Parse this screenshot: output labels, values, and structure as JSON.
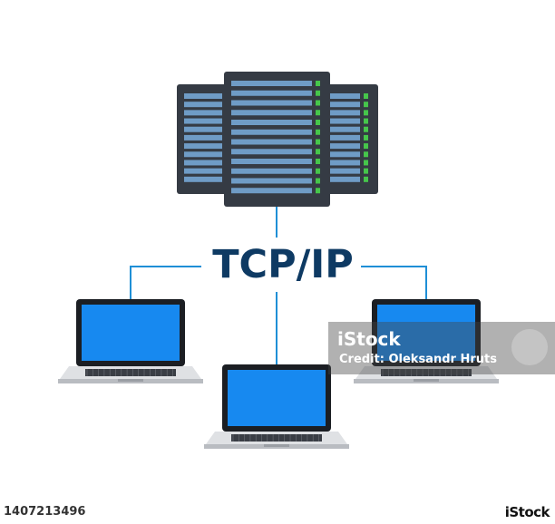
{
  "diagram": {
    "title": "TCP/IP",
    "server_label": "",
    "devices": [
      "laptop-left",
      "laptop-center",
      "laptop-right"
    ]
  },
  "watermark": {
    "brand": "iStock",
    "credit": "Credit: Oleksandr Hruts"
  },
  "footer": {
    "image_id": "1407213496",
    "logo": "iStock"
  },
  "colors": {
    "line": "#1f8fd6",
    "title": "#0e3a63",
    "server_body": "#353b44",
    "server_slot": "#6f9cc6",
    "led": "#46c64b",
    "screen": "#1789f0",
    "laptop_base": "#dfe1e4"
  }
}
